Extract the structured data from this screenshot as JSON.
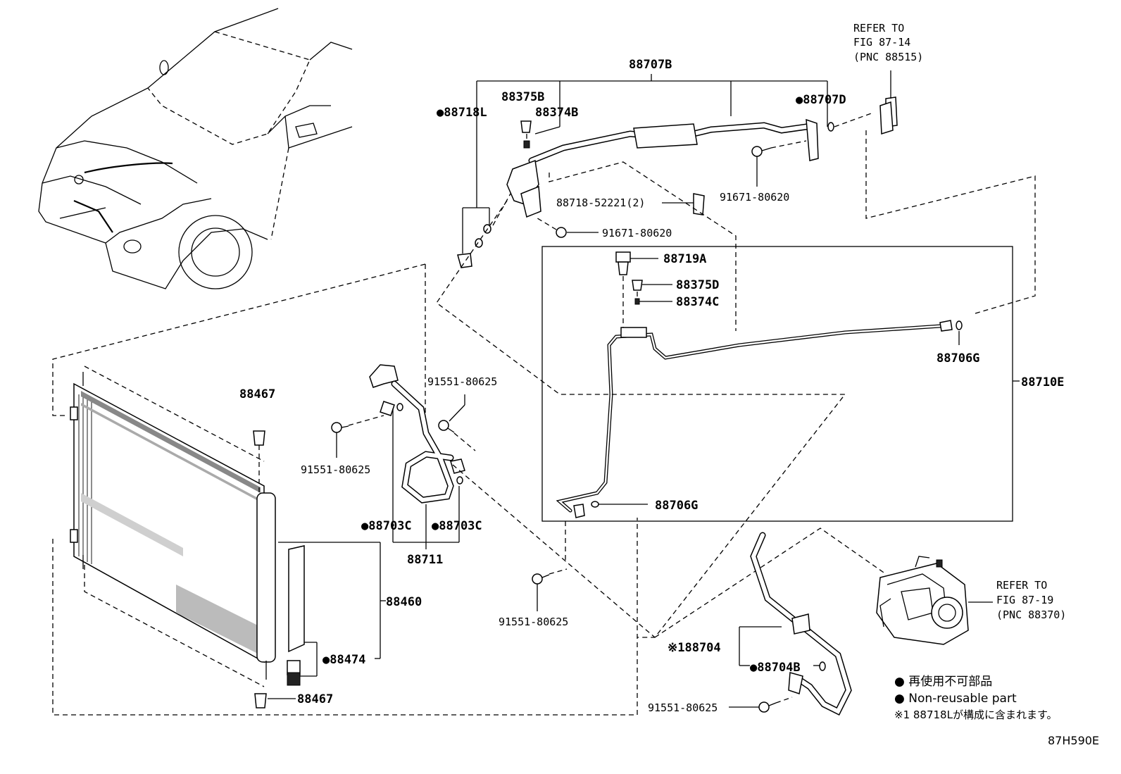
{
  "parts": {
    "p88707B": "88707B",
    "p88375B": "88375B",
    "p88374B": "88374B",
    "p88718L": "●88718L",
    "p88707D": "●88707D",
    "p91671_1": "91671-80620",
    "p88718_52221": "88718-52221(2)",
    "p91671_2": "91671-80620",
    "p88719A": "88719A",
    "p88375D": "88375D",
    "p88374C": "88374C",
    "p88706G_1": "88706G",
    "p88710E": "88710E",
    "p88706G_2": "88706G",
    "p88467_1": "88467",
    "p91551_1": "91551-80625",
    "p91551_2": "91551-80625",
    "p88703C_1": "●88703C",
    "p88703C_2": "●88703C",
    "p88711": "88711",
    "p88460": "88460",
    "p88474": "●88474",
    "p88467_2": "88467",
    "p91551_3": "91551-80625",
    "p88704": "※188704",
    "p88704B": "●88704B",
    "p91551_4": "91551-80625"
  },
  "references": {
    "top": {
      "line1": "REFER TO",
      "line2": "FIG 87-14",
      "line3": "(PNC 88515)"
    },
    "right": {
      "line1": "REFER TO",
      "line2": "FIG 87-19",
      "line3": "(PNC 88370)"
    }
  },
  "legend": {
    "jp": "● 再使用不可部品",
    "en": "● Non-reusable part",
    "note": "※1 88718Lが構成に含まれます。"
  },
  "figure_id": "87H590E"
}
